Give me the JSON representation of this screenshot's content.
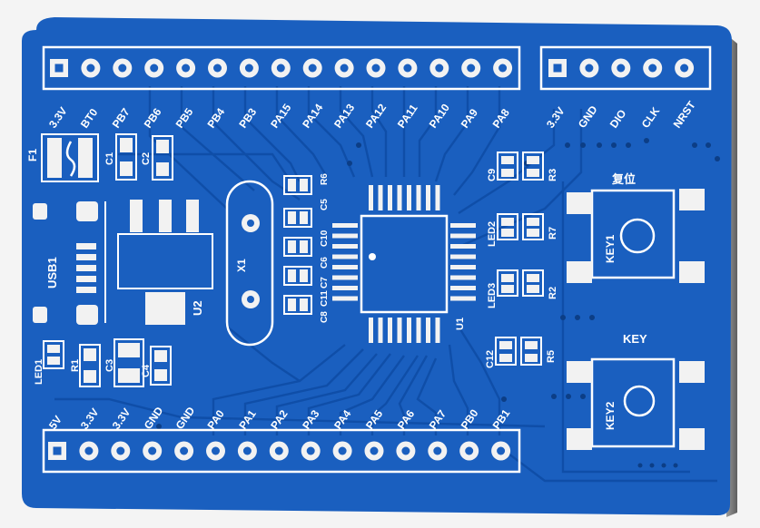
{
  "board": {
    "colors": {
      "pcb": "#1a5fbf",
      "pcb_dark": "#0f4ea8",
      "silkscreen": "#ffffff",
      "pad": "#f2f2f2",
      "background": "#f4f4f4"
    },
    "top_header_labels": [
      "3.3V",
      "BT0",
      "PB7",
      "PB6",
      "PB5",
      "PB4",
      "PB3",
      "PA15",
      "PA14",
      "PA13",
      "PA12",
      "PA11",
      "PA10",
      "PA9",
      "PA8"
    ],
    "swd_header_labels": [
      "3.3V",
      "GND",
      "DIO",
      "CLK",
      "NRST"
    ],
    "bottom_header_labels": [
      "5V",
      "3.3V",
      "3.3V",
      "GND",
      "GND",
      "PA0",
      "PA1",
      "PA2",
      "PA3",
      "PA4",
      "PA5",
      "PA6",
      "PA7",
      "PB0",
      "PB1"
    ],
    "designators": {
      "f1": "F1",
      "c1": "C1",
      "c2": "C2",
      "usb1": "USB1",
      "u2": "U2",
      "x1": "X1",
      "c5": "C5",
      "r6": "R6",
      "c10": "C10",
      "c6": "C6",
      "c7": "C7",
      "c11": "C11",
      "c8": "C8",
      "u1": "U1",
      "c9": "C9",
      "r3": "R3",
      "led2": "LED2",
      "r7": "R7",
      "led3": "LED3",
      "r2": "R2",
      "c12": "C12",
      "r5": "R5",
      "led1": "LED1",
      "r1": "R1",
      "c3": "C3",
      "c4": "C4",
      "key1": "KEY1",
      "key2": "KEY2"
    },
    "reset_label": "复位",
    "key_label": "KEY"
  }
}
